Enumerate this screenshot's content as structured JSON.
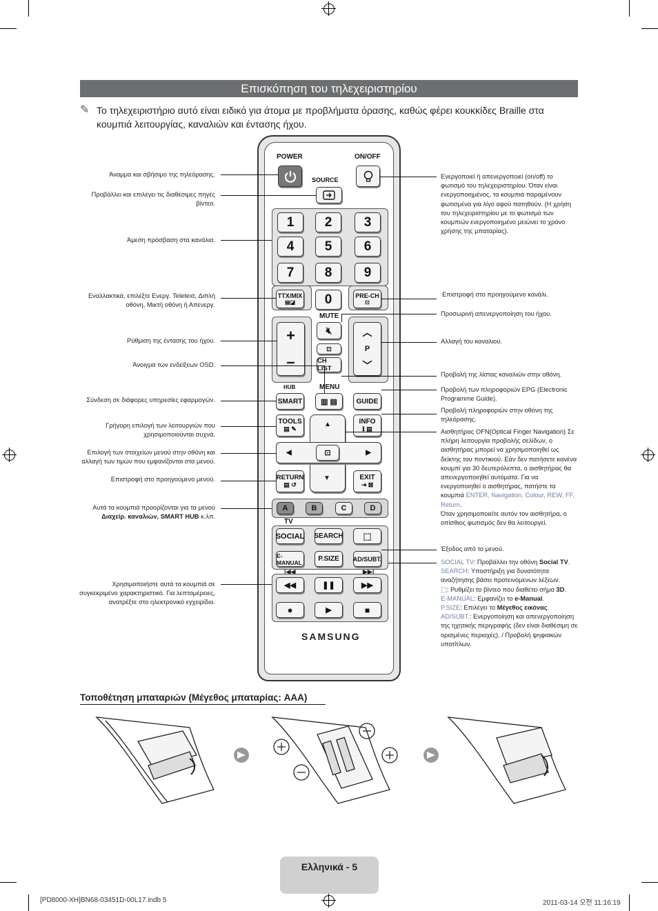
{
  "header": {
    "title": "Επισκόπηση του τηλεχειριστηρίου",
    "intro": "Το τηλεχειριστήριο αυτό είναι ειδικό για άτομα με προβλήματα όρασης, καθώς φέρει κουκκίδες Braille στα κουμπιά λειτουργίας, καναλιών και έντασης ήχου."
  },
  "left_labels": {
    "power": "Άναμμα και σβήσιμο της τηλεόρασης.",
    "source": "Προβάλλει και επιλέγει τις διαθέσιμες πηγές βίντεο.",
    "numbers": "Άμεση πρόσβαση στα κανάλια.",
    "ttx": "Εναλλακτικά, επιλέξτε Ενεργ. Teletext, Διπλή οθόνη, Μικτή οθόνη ή Απενεργ.",
    "volume": "Ρύθμιση της έντασης του ήχου.",
    "menu": "Άνοιγμα των ενδείξεων OSD.",
    "smart": "Σύνδεση σε διάφορες υπηρεσίες εφαρμογών.",
    "tools": "Γρήγορη επιλογή των λειτουργιών που χρησιμοποιούνται συχνά.",
    "nav": "Επιλογή των στοιχείων μενού στην οθόνη και αλλαγή των τιμών που εμφανίζονται στα μενού.",
    "return": "Επιστροφή στο προηγούμενο μενού.",
    "abcd_1": "Αυτά τα κουμπιά προορίζονται για τα μενού",
    "abcd_2": "Διαχείρ. καναλιών, SMART HUB",
    "abcd_3": "κ.λπ.",
    "media": "Χρησιμοποιήστε αυτά τα κουμπιά σε συγκεκριμένο χαρακτηριστικό. Για λεπτομέρειες, ανατρέξτε στο ηλεκτρονικό εγχειρίδιο."
  },
  "right_labels": {
    "onoff": "Ενεργοποιεί ή απενεργοποιεί (on/off) το φωτισμό του τηλεχειριστηρίου. Όταν είναι ενεργοποιημένος, τα κουμπιά παραμένουν φωτισμένα για λίγο αφού πατηθούν. (Η χρήση του τηλεχειριστηρίου με το φωτισμό των κουμπιών ενεργοποιημένο μειώνει το χρόνο χρήσης της μπαταρίας).",
    "prech": "Επιστροφή στο προηγούμενο κανάλι.",
    "mute": "Προσωρινή απενεργοποίηση του ήχου.",
    "channel": "Αλλαγή του καναλιού.",
    "chlist": "Προβολή της λίστας καναλιών στην οθόνη.",
    "guide": "Προβολή των πληροφοριών EPG (Electronic Programme Guide).",
    "info": "Προβολή πληροφοριών στην οθόνη της τηλεόρασης.",
    "ofn": "Αισθητήρας OFN(Optical Finger Navigation) Σε πλήρη λειτουργία προβολής σελίδων, ο αισθητήρας μπορεί να χρησιμοποιηθεί ως δείκτης του ποντικιού. Εάν δεν πατήσετε κανένα κουμπί για 30 δευτερόλεπτα, ο αισθητήρας θα απενεργοποιηθεί αυτόματα. Για να ενεργοποιηθεί ο αισθητήρας, πατήστε τα κουμπιά",
    "ofn_keys": "ENTER, Navigation, Colour, REW, FF, Return",
    "ofn_end": "Όταν χρησιμοποιείτε αυτόν τον αισθητήρα, ο οπίσθιος φωτισμός δεν θα λειτουργεί.",
    "exit": "Έξοδος από το μενού.",
    "social_k": "SOCIAL TV",
    "social_t": ": Προβάλλει την οθόνη",
    "social_b": "Social TV",
    "search_k": "SEARCH",
    "search_t": ": Υποστήριξη για δυνατότητα αναζήτησης βάσει προτεινόμενων λέξεων.",
    "3d_t": ": Ρυθμίζει το βίντεο που διαθέτει σήμα",
    "3d_b": "3D",
    "emanual_k": "E-MANUAL",
    "emanual_t": ": Εμφανίζει το",
    "emanual_b": "e-Manual",
    "psize_k": "P.SIZE",
    "psize_t": ": Επιλέγει το",
    "psize_b": "Μέγεθος εικόνας",
    "adsubt_k": "AD/SUBT.",
    "adsubt_t": ": Ενεργοποίηση και απενεργοποίηση της ηχητικής περιγραφής (δεν είναι διαθέσιμη σε ορισμένες περιοχές). / Προβολή ψηφιακών υποτίτλων."
  },
  "remote": {
    "power": "POWER",
    "onoff": "ON/OFF",
    "source": "SOURCE",
    "digits": [
      "1",
      "2",
      "3",
      "4",
      "5",
      "6",
      "7",
      "8",
      "9"
    ],
    "zero": "0",
    "ttx": "TTX/MIX",
    "prech": "PRE-CH",
    "mute": "MUTE",
    "chlist": "CH LIST",
    "p": "P",
    "hub": "HUB",
    "menu": "MENU",
    "smart": "SMART",
    "guide": "GUIDE",
    "tools": "TOOLS",
    "info": "INFO",
    "return": "RETURN",
    "exit": "EXIT",
    "colors": [
      "A",
      "B",
      "C",
      "D"
    ],
    "tv": "TV",
    "social": "SOCIAL",
    "search": "SEARCH",
    "emanual": "E-MANUAL",
    "psize": "P.SIZE",
    "adsubt": "AD/SUBT.",
    "brand": "SAMSUNG"
  },
  "battery": {
    "title": "Τοποθέτηση μπαταριών (Μέγεθος μπαταρίας: AAA)"
  },
  "footer": {
    "page": "Ελληνικά - 5",
    "file": "[PD8000-XH]BN68-03451D-00L17.indb   5",
    "date": "2011-03-14   오전 11:16:19"
  }
}
